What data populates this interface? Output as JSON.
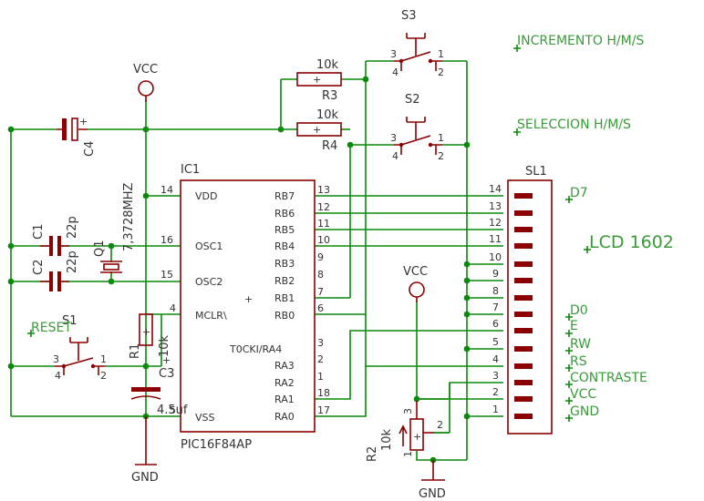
{
  "labels": {
    "vcc_top": "VCC",
    "vcc_mid": "VCC",
    "gnd_left": "GND",
    "gnd_right": "GND",
    "ic_name": "IC1",
    "ic_part": "PIC16F84AP",
    "sl_name": "SL1",
    "lcd": "LCD  1602",
    "incremento": "INCREMENTO H/M/S",
    "seleccion": "SELECCION H/M/S",
    "reset": "RESET",
    "s1": "S1",
    "s2": "S2",
    "s3": "S3",
    "r1": "R1",
    "r1_val": "10k",
    "r2": "R2",
    "r2_val": "10k",
    "r3": "R3",
    "r3_val": "10k",
    "r4": "R4",
    "r4_val": "10k",
    "c1": "C1",
    "c1_val": "22p",
    "c2": "C2",
    "c2_val": "22p",
    "c3": "C3",
    "c3_val": "4.5uf",
    "c4": "C4",
    "q1": "Q1",
    "q1_val": "7,3728MHZ",
    "plus": "+"
  },
  "ic_left_pins": [
    {
      "num": "14",
      "name": "VDD"
    },
    {
      "num": "16",
      "name": "OSC1"
    },
    {
      "num": "15",
      "name": "OSC2"
    },
    {
      "num": "4",
      "name": "MCLR\\"
    },
    {
      "num": "5",
      "name": "VSS"
    }
  ],
  "ic_right_pins": [
    {
      "num": "13",
      "name": "RB7"
    },
    {
      "num": "12",
      "name": "RB6"
    },
    {
      "num": "11",
      "name": "RB5"
    },
    {
      "num": "10",
      "name": "RB4"
    },
    {
      "num": "9",
      "name": "RB3"
    },
    {
      "num": "8",
      "name": "RB2"
    },
    {
      "num": "7",
      "name": "RB1"
    },
    {
      "num": "6",
      "name": "RB0"
    },
    {
      "num": "3",
      "name": "T0CKI/RA4"
    },
    {
      "num": "2",
      "name": "RA3"
    },
    {
      "num": "1",
      "name": "RA2"
    },
    {
      "num": "18",
      "name": "RA1"
    },
    {
      "num": "17",
      "name": "RA0"
    }
  ],
  "lcd_pins": [
    "14",
    "13",
    "12",
    "11",
    "10",
    "9",
    "8",
    "7",
    "6",
    "5",
    "4",
    "3",
    "2",
    "1"
  ],
  "lcd_signals": [
    "D7",
    "D0",
    "E",
    "RW",
    "RS",
    "CONTRASTE",
    "VCC",
    "GND"
  ],
  "switch_pins": [
    "1",
    "2",
    "3",
    "4"
  ],
  "pot_pins": [
    "1",
    "2",
    "3"
  ]
}
